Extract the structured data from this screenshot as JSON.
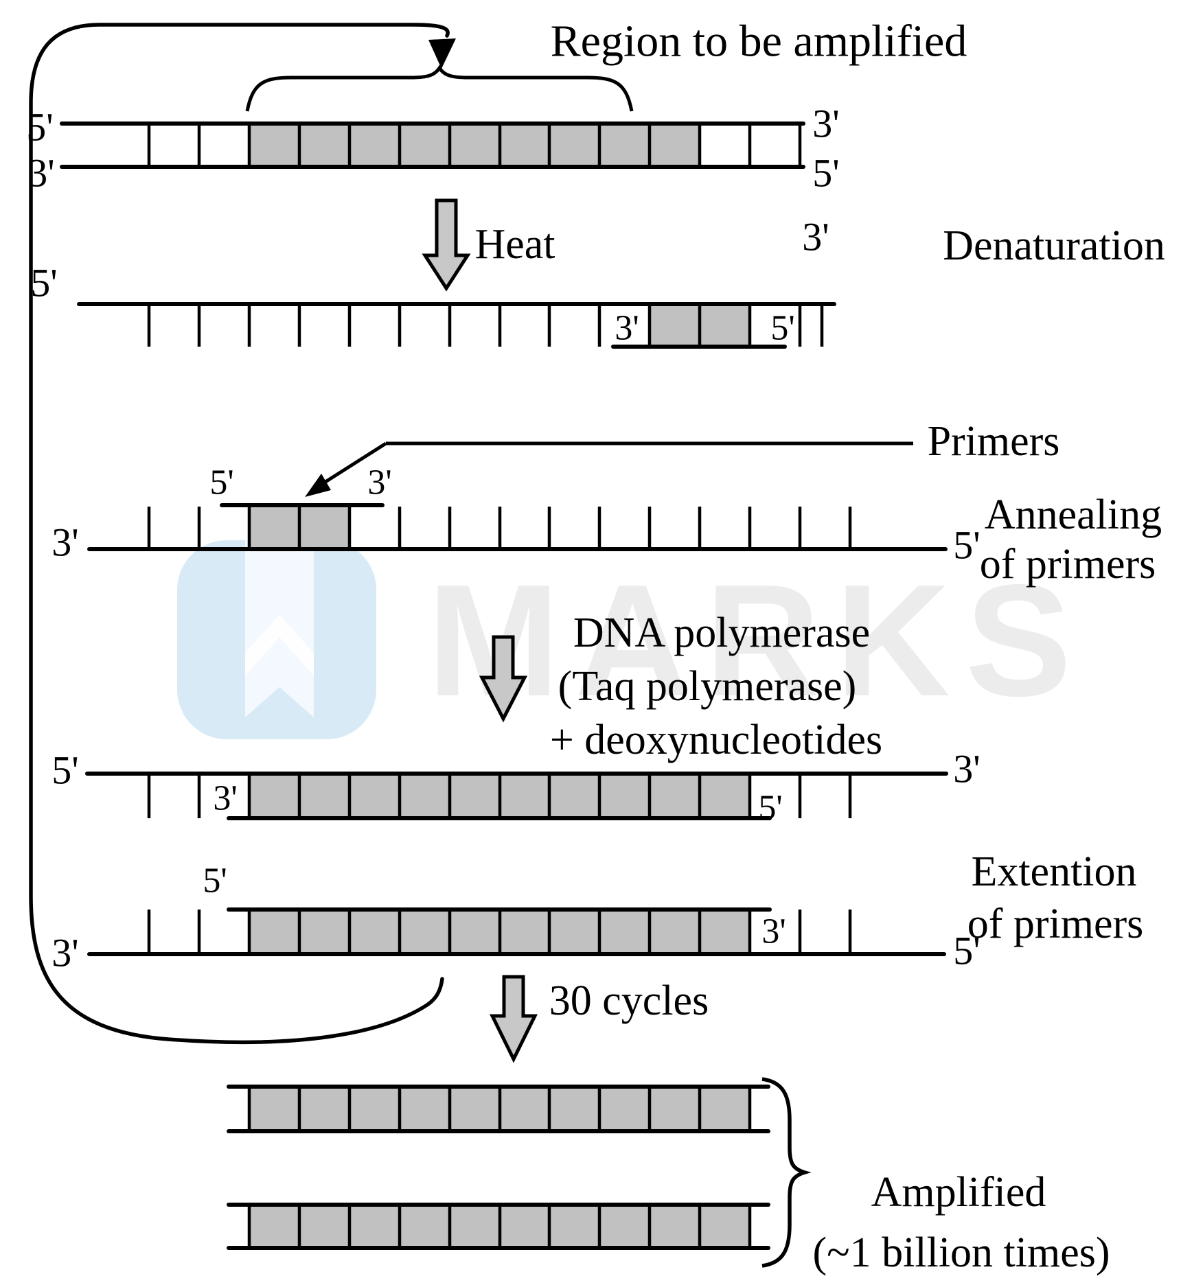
{
  "watermark": {
    "text": "MARKS"
  },
  "labels": {
    "p5": "5'",
    "p3": "3'"
  },
  "steps": {
    "region": "Region to be amplified",
    "heat": "Heat",
    "denaturation": "Denaturation",
    "primers": "Primers",
    "annealing_1": "Annealing",
    "annealing_2": "of primers",
    "polymerase_1": "DNA polymerase",
    "polymerase_2": "(Taq polymerase)",
    "polymerase_3": "+ deoxynucleotides",
    "extension_1": "Extention",
    "extension_2": "of primers",
    "cycles": "30 cycles",
    "amplified_1": "Amplified",
    "amplified_2": "(~1 billion times)"
  },
  "colors": {
    "segment_gray": "#c1c1c1",
    "arrow_gray": "#c8c8c8",
    "watermark_gray": "#ececec",
    "logo_blue": "#d9eaf7"
  }
}
